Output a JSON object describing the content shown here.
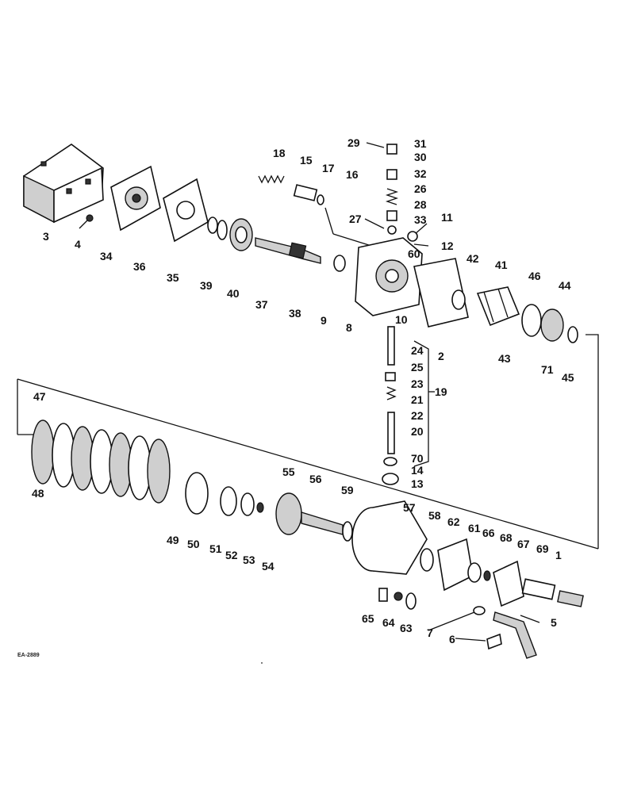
{
  "diagram_code": "EA-2889",
  "callouts": [
    "1",
    "2",
    "3",
    "4",
    "5",
    "6",
    "7",
    "8",
    "9",
    "10",
    "11",
    "12",
    "13",
    "14",
    "15",
    "16",
    "17",
    "18",
    "19",
    "20",
    "21",
    "22",
    "23",
    "24",
    "25",
    "26",
    "27",
    "28",
    "29",
    "30",
    "31",
    "32",
    "33",
    "34",
    "35",
    "36",
    "37",
    "38",
    "39",
    "40",
    "41",
    "42",
    "43",
    "44",
    "45",
    "46",
    "47",
    "48",
    "49",
    "50",
    "51",
    "52",
    "53",
    "54",
    "55",
    "56",
    "57",
    "58",
    "59",
    "60",
    "61",
    "62",
    "63",
    "64",
    "65",
    "66",
    "67",
    "68",
    "69",
    "70",
    "71"
  ]
}
